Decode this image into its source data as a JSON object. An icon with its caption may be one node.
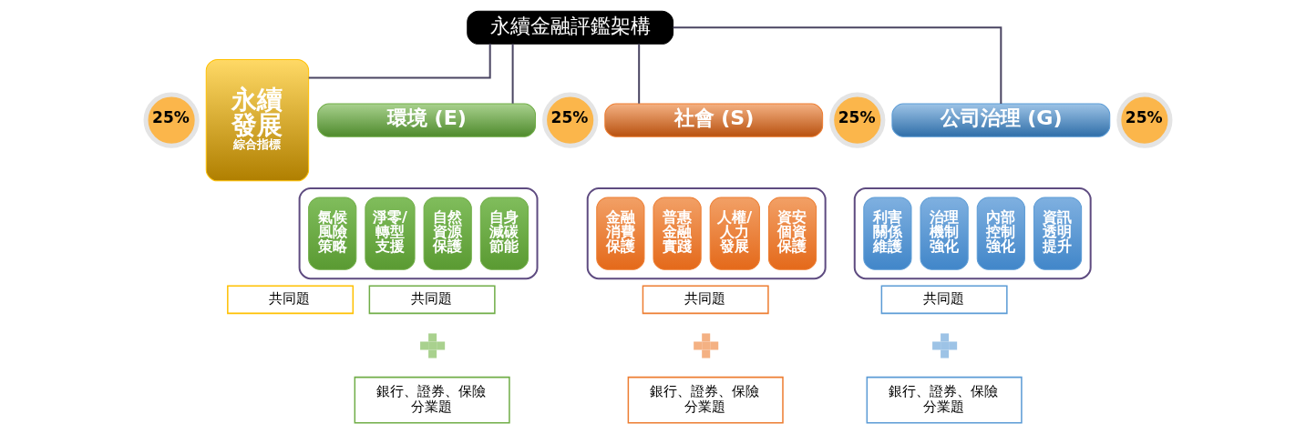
{
  "diagram": {
    "nodes": [
      {
        "text": [
          "永續金融評鑑架構"
        ]
      },
      {
        "text": [
          "25%"
        ]
      },
      {
        "text": [
          "永續發展",
          "綜合指標"
        ]
      },
      {
        "text": [
          "環境 (E)"
        ]
      },
      {
        "text": [
          "25%"
        ]
      },
      {
        "text": [],
        "shape": "box"
      },
      {
        "text": [
          "氣候風險策略"
        ],
        "in": 5
      },
      {
        "text": [
          "淨零/轉型支援"
        ],
        "in": 5
      },
      {
        "text": [
          "自然資源保護"
        ],
        "in": 5
      },
      {
        "text": [
          "自身減碳節能"
        ],
        "in": 5
      },
      {
        "text": [
          "社會 (S)"
        ]
      },
      {
        "text": [
          "25%"
        ]
      },
      {
        "text": [],
        "shape": "box"
      },
      {
        "text": [
          "金融消費保護"
        ],
        "in": 12
      },
      {
        "text": [
          "普惠金融實踐"
        ],
        "in": 12
      },
      {
        "text": [
          "人權/人力發展"
        ],
        "in": 12
      },
      {
        "text": [
          "資安個資保護"
        ],
        "in": 12
      },
      {
        "text": [
          "公司治理 (G)"
        ]
      },
      {
        "text": [
          "25%"
        ]
      },
      {
        "text": [],
        "shape": "box"
      },
      {
        "text": [
          "利害關係維護"
        ],
        "in": 19
      },
      {
        "text": [
          "治理機制強化"
        ],
        "in": 19
      },
      {
        "text": [
          "內部控制強化"
        ],
        "in": 19
      },
      {
        "text": [
          "資訊透明提升"
        ],
        "in": 19
      },
      {
        "text": [
          "共同題"
        ]
      },
      {
        "text": [
          "共同題"
        ]
      },
      {
        "text": [],
        "shape": "plus"
      },
      {
        "text": [
          "銀行、證券、保險分業題"
        ]
      },
      {
        "text": [
          "共同題"
        ]
      },
      {
        "text": [],
        "shape": "plus"
      },
      {
        "text": [
          "銀行、證券、保險分業題"
        ]
      },
      {
        "text": [
          "共同題"
        ]
      },
      {
        "text": [],
        "shape": "plus"
      },
      {
        "text": [
          "銀行、證券、保險分業題"
        ]
      }
    ],
    "edges": [
      {
        "from": 0,
        "to": 2,
        "arrow": "none"
      },
      {
        "from": 0,
        "to": 3,
        "arrow": "none"
      },
      {
        "from": 0,
        "to": 10,
        "arrow": "none"
      },
      {
        "from": 0,
        "to": 17,
        "arrow": "none"
      }
    ]
  }
}
